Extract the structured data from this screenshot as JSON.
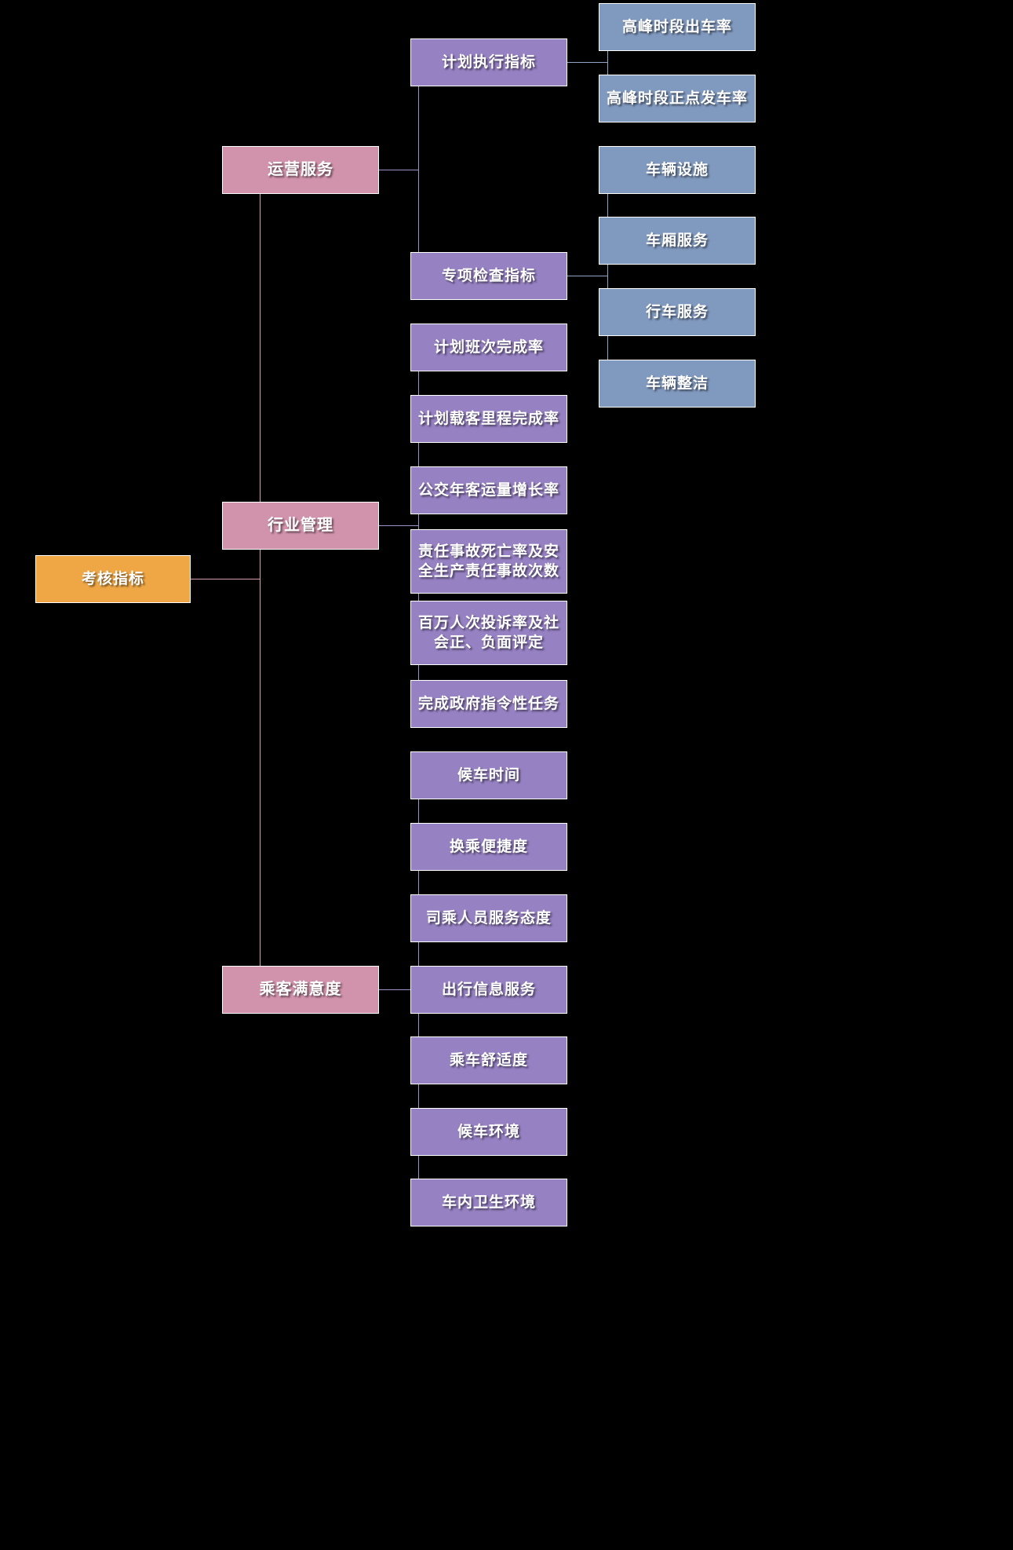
{
  "diagram": {
    "type": "mind-map",
    "title_text": "考核指标",
    "background_color": "#000000",
    "colors": {
      "root": "#efa746",
      "level2": "#d193ac",
      "level3": "#9681c2",
      "level4": "#8099be",
      "text": "#ffffff",
      "connector_root": "#d7a0b4",
      "connector_level2": "#a091c9",
      "connector_level3": "#8ea4c4"
    },
    "root": {
      "label": "考核指标"
    },
    "branches": [
      {
        "label": "运营服务",
        "children": [
          {
            "label": "计划执行指标",
            "children": [
              {
                "label": "高峰时段出车率"
              },
              {
                "label": "高峰时段正点发车率"
              }
            ]
          },
          {
            "label": "专项检查指标",
            "children": [
              {
                "label": "车辆设施"
              },
              {
                "label": "车厢服务"
              },
              {
                "label": "行车服务"
              },
              {
                "label": "车辆整洁"
              }
            ]
          }
        ]
      },
      {
        "label": "行业管理",
        "children": [
          {
            "label": "计划班次完成率"
          },
          {
            "label": "计划载客里程完成率"
          },
          {
            "label": "公交年客运量增长率"
          },
          {
            "label": "责任事故死亡率及安全生产责任事故次数"
          },
          {
            "label": "百万人次投诉率及社会正、负面评定"
          },
          {
            "label": "完成政府指令性任务"
          }
        ]
      },
      {
        "label": "乘客满意度",
        "children": [
          {
            "label": "候车时间"
          },
          {
            "label": "换乘便捷度"
          },
          {
            "label": "司乘人员服务态度"
          },
          {
            "label": "出行信息服务"
          },
          {
            "label": "乘车舒适度"
          },
          {
            "label": "候车环境"
          },
          {
            "label": "车内卫生环境"
          }
        ]
      }
    ]
  }
}
